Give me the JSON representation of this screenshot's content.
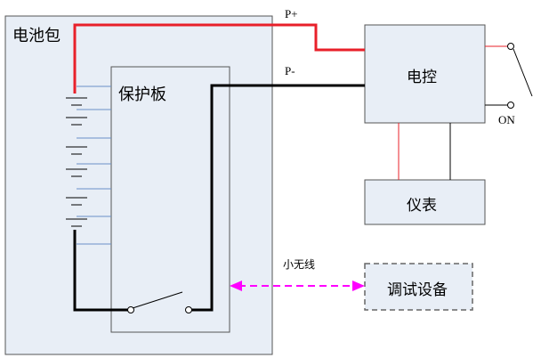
{
  "battery_pack": {
    "label": "电池包"
  },
  "protection_board": {
    "label": "保护板"
  },
  "controller": {
    "label": "电控"
  },
  "meter": {
    "label": "仪表"
  },
  "debug_device": {
    "label": "调试设备"
  },
  "wires": {
    "positive": "P+",
    "negative": "P-",
    "wireless": "小无线",
    "switch_on": "ON"
  },
  "colors": {
    "box_fill": "#e8eef6",
    "positive_wire": "#e8202a",
    "negative_wire": "#000000",
    "wireless_link": "#ff00ff",
    "cell_tap": "#6a90c8"
  }
}
